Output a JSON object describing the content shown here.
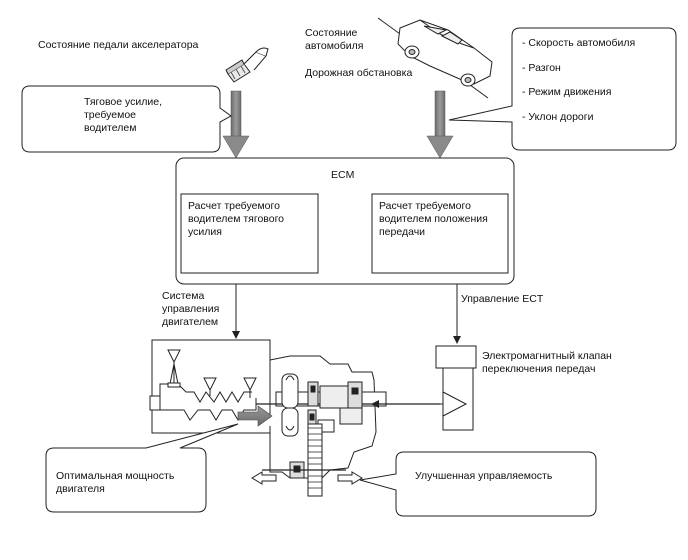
{
  "inputs": {
    "accel_pedal_state": "Состояние педали акселератора",
    "vehicle_state": "Состояние\nавтомобиля",
    "road_conditions": "Дорожная обстановка"
  },
  "callouts": {
    "driver_traction": "Тяговое усилие,\nтребуемое\nводителем",
    "vehicle_params": [
      "- Скорость автомобиля",
      "- Разгон",
      "- Режим движения",
      "- Уклон дороги"
    ],
    "optimal_power": "Оптимальная мощность\nдвигателя",
    "improved_handling": "Улучшенная управляемость"
  },
  "ecm": {
    "title": "ECM",
    "traction_calc": "Расчет требуемого\nводителем тягового\nусилия",
    "gear_calc": "Расчет требуемого\nводителем положения\nпередачи"
  },
  "outputs": {
    "engine_control": "Система\nуправления\nдвигателем",
    "ect_control": "Управление ECT",
    "shift_solenoid": "Электромагнитный клапан\nпереключения передач"
  }
}
